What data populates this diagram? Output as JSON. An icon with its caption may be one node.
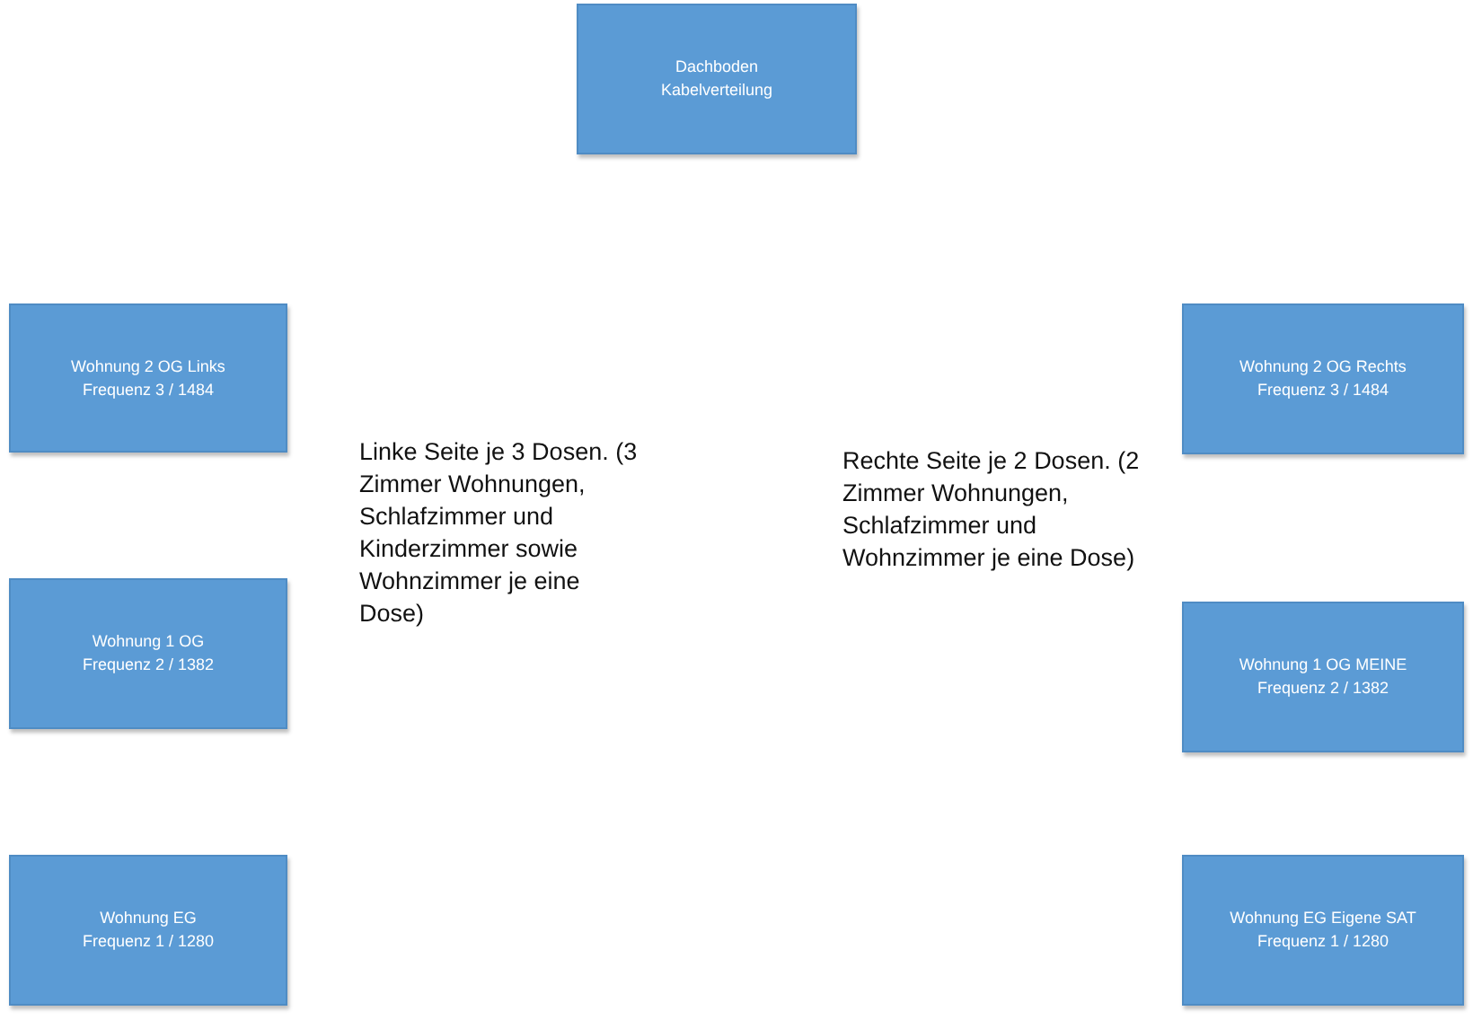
{
  "diagram": {
    "nodes": [
      {
        "text": [
          "Dachboden",
          "Kabelverteilung"
        ]
      },
      {
        "text": [
          "Wohnung 2 OG Links",
          "Frequenz 3 / 1484"
        ]
      },
      {
        "text": [
          "Wohnung 2 OG Rechts",
          "Frequenz 3 / 1484"
        ]
      },
      {
        "text": [
          "Wohnung 1 OG",
          "Frequenz 2 / 1382"
        ]
      },
      {
        "text": [
          "Wohnung 1 OG MEINE",
          "Frequenz 2 / 1382"
        ]
      },
      {
        "text": [
          "Wohnung EG",
          "Frequenz 1 / 1280"
        ]
      },
      {
        "text": [
          "Wohnung EG Eigene SAT",
          "Frequenz 1 / 1280"
        ]
      }
    ],
    "labels": [
      "Linke Seite je 3 Dosen. (3 Zimmer Wohnungen, Schlafzimmer und Kinderzimmer sowie Wohnzimmer je eine Dose)",
      "Rechte Seite je 2 Dosen. (2 Zimmer Wohnungen, Schlafzimmer und Wohnzimmer je eine Dose)"
    ]
  }
}
